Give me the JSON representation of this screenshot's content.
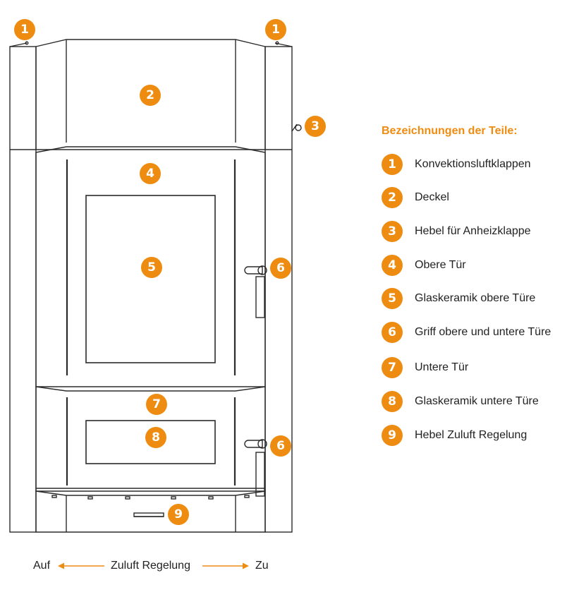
{
  "colors": {
    "accent": "#ee8c11",
    "line": "#2b2b2b",
    "text": "#222222"
  },
  "diagram": {
    "callouts": [
      {
        "number": "1"
      },
      {
        "number": "1"
      },
      {
        "number": "2"
      },
      {
        "number": "3"
      },
      {
        "number": "4"
      },
      {
        "number": "5"
      },
      {
        "number": "6"
      },
      {
        "number": "7"
      },
      {
        "number": "8"
      },
      {
        "number": "6"
      },
      {
        "number": "9"
      }
    ]
  },
  "legend": {
    "title": "Bezeichnungen der Teile:",
    "items": [
      {
        "number": "1",
        "label": "Konvektionsluftklappen"
      },
      {
        "number": "2",
        "label": "Deckel"
      },
      {
        "number": "3",
        "label": "Hebel für Anheizklappe"
      },
      {
        "number": "4",
        "label": "Obere Tür"
      },
      {
        "number": "5",
        "label": "Glaskeramik obere Türe"
      },
      {
        "number": "6",
        "label": "Griff obere und untere Türe"
      },
      {
        "number": "7",
        "label": "Untere Tür"
      },
      {
        "number": "8",
        "label": "Glaskeramik untere Türe"
      },
      {
        "number": "9",
        "label": "Hebel Zuluft Regelung"
      }
    ]
  },
  "airflow": {
    "open_label": "Auf",
    "center_label": "Zuluft Regelung",
    "close_label": "Zu"
  }
}
